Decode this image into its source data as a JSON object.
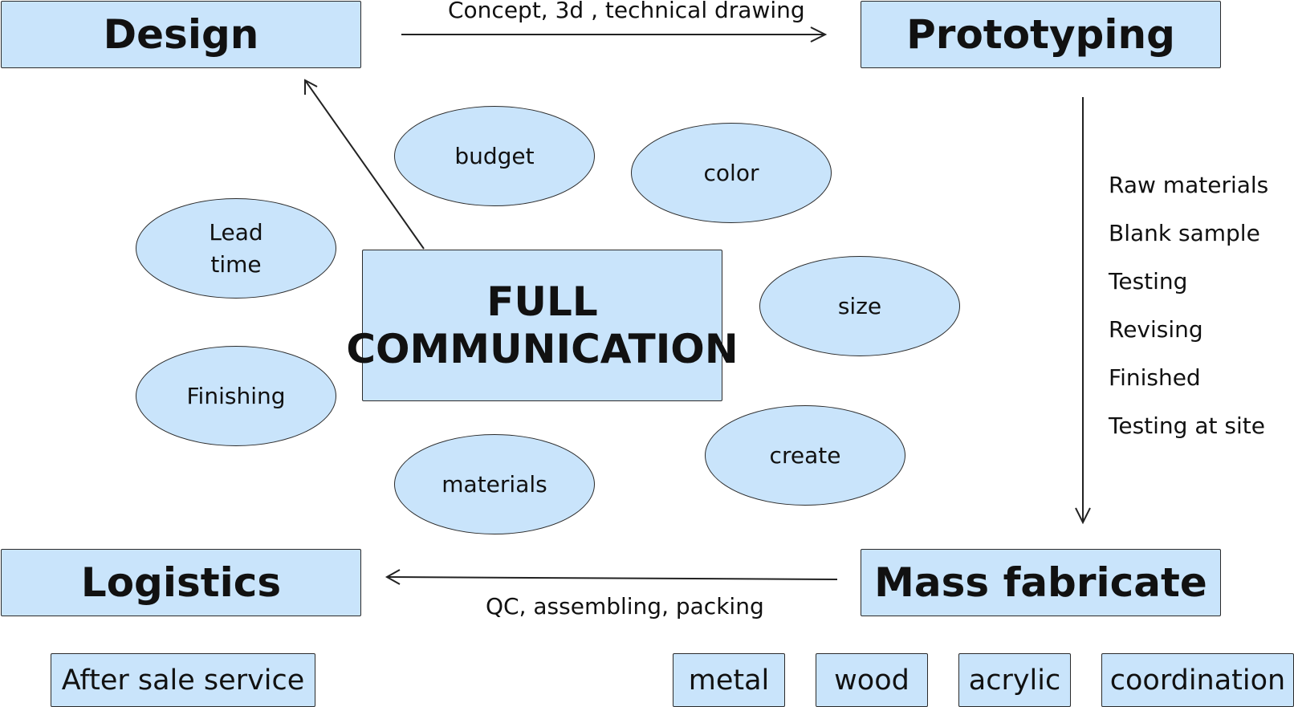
{
  "stages": {
    "design": "Design",
    "prototyping": "Prototyping",
    "mass_fabricate": "Mass fabricate",
    "logistics": "Logistics"
  },
  "center": {
    "line1": "FULL",
    "line2": "COMMUNICATION"
  },
  "ellipses": {
    "budget": "budget",
    "color": "color",
    "lead_line1": "Lead",
    "lead_line2": "time",
    "size": "size",
    "finishing": "Finishing",
    "materials": "materials",
    "create": "create"
  },
  "edges": {
    "design_to_prototyping": "Concept, 3d , technical drawing",
    "mass_to_logistics": "QC, assembling, packing"
  },
  "prototyping_steps": [
    "Raw materials",
    "Blank sample",
    "Testing",
    "Revising",
    "Finished",
    "Testing at site"
  ],
  "bottom_boxes": {
    "after_sale": "After sale service",
    "metal": "metal",
    "wood": "wood",
    "acrylic": "acrylic",
    "coordination": "coordination"
  },
  "colors": {
    "fill": "#c9e4fb",
    "stroke": "#2b2b2b"
  }
}
